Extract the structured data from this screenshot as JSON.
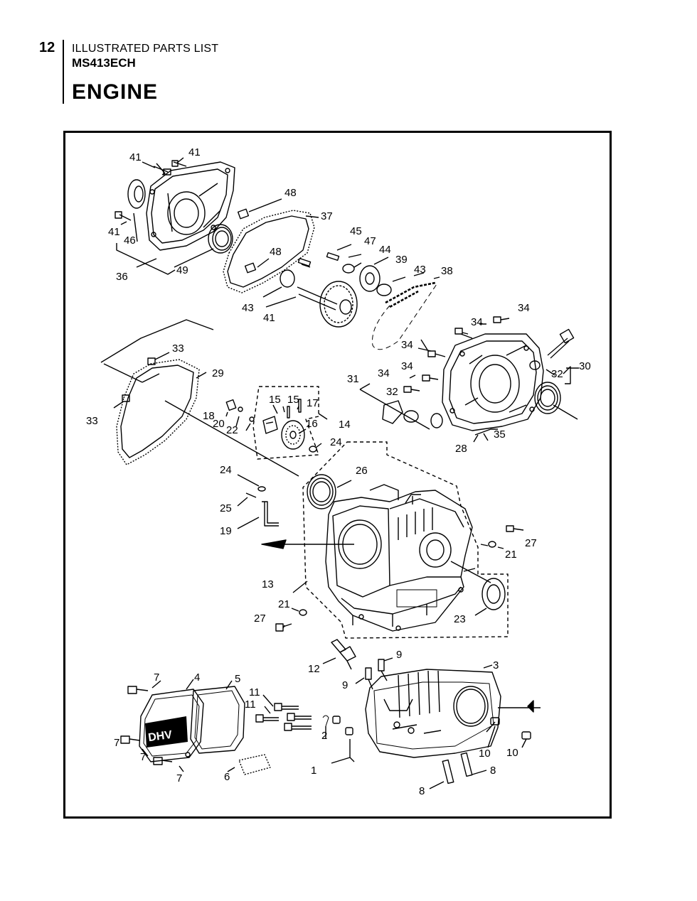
{
  "header": {
    "page_number": "12",
    "subtitle": "ILLUSTRATED PARTS LIST",
    "model": "MS413ECH",
    "section_title": "ENGINE"
  },
  "diagram": {
    "callouts": [
      {
        "id": "c41a",
        "text": "41"
      },
      {
        "id": "c41b",
        "text": "41"
      },
      {
        "id": "c41c",
        "text": "41"
      },
      {
        "id": "c46",
        "text": "46"
      },
      {
        "id": "c36",
        "text": "36"
      },
      {
        "id": "c49",
        "text": "49"
      },
      {
        "id": "c48a",
        "text": "48"
      },
      {
        "id": "c37",
        "text": "37"
      },
      {
        "id": "c48b",
        "text": "48"
      },
      {
        "id": "c45",
        "text": "45"
      },
      {
        "id": "c47",
        "text": "47"
      },
      {
        "id": "c44",
        "text": "44"
      },
      {
        "id": "c39",
        "text": "39"
      },
      {
        "id": "c43a",
        "text": "43"
      },
      {
        "id": "c38",
        "text": "38"
      },
      {
        "id": "c43b",
        "text": "43"
      },
      {
        "id": "c41d",
        "text": "41"
      },
      {
        "id": "c34a",
        "text": "34"
      },
      {
        "id": "c34b",
        "text": "34"
      },
      {
        "id": "c34c",
        "text": "34"
      },
      {
        "id": "c34d",
        "text": "34"
      },
      {
        "id": "c34e",
        "text": "34"
      },
      {
        "id": "c30",
        "text": "30"
      },
      {
        "id": "c32a",
        "text": "32"
      },
      {
        "id": "c31",
        "text": "31"
      },
      {
        "id": "c32b",
        "text": "32"
      },
      {
        "id": "c35",
        "text": "35"
      },
      {
        "id": "c28",
        "text": "28"
      },
      {
        "id": "c33a",
        "text": "33"
      },
      {
        "id": "c29",
        "text": "29"
      },
      {
        "id": "c33b",
        "text": "33"
      },
      {
        "id": "c15a",
        "text": "15"
      },
      {
        "id": "c15b",
        "text": "15"
      },
      {
        "id": "c17",
        "text": "17"
      },
      {
        "id": "c18",
        "text": "18"
      },
      {
        "id": "c20",
        "text": "20"
      },
      {
        "id": "c22",
        "text": "22"
      },
      {
        "id": "c16",
        "text": "16"
      },
      {
        "id": "c14",
        "text": "14"
      },
      {
        "id": "c24a",
        "text": "24"
      },
      {
        "id": "c24b",
        "text": "24"
      },
      {
        "id": "c26",
        "text": "26"
      },
      {
        "id": "c25",
        "text": "25"
      },
      {
        "id": "c19",
        "text": "19"
      },
      {
        "id": "c27a",
        "text": "27"
      },
      {
        "id": "c21a",
        "text": "21"
      },
      {
        "id": "c13",
        "text": "13"
      },
      {
        "id": "c21b",
        "text": "21"
      },
      {
        "id": "c27b",
        "text": "27"
      },
      {
        "id": "c23",
        "text": "23"
      },
      {
        "id": "c12",
        "text": "12"
      },
      {
        "id": "c9a",
        "text": "9"
      },
      {
        "id": "c9b",
        "text": "9"
      },
      {
        "id": "c3",
        "text": "3"
      },
      {
        "id": "c7a",
        "text": "7"
      },
      {
        "id": "c4",
        "text": "4"
      },
      {
        "id": "c5",
        "text": "5"
      },
      {
        "id": "c11a",
        "text": "11"
      },
      {
        "id": "c11b",
        "text": "11"
      },
      {
        "id": "c2",
        "text": "2"
      },
      {
        "id": "c7b",
        "text": "7"
      },
      {
        "id": "c7c",
        "text": "7"
      },
      {
        "id": "c7d",
        "text": "7"
      },
      {
        "id": "c6",
        "text": "6"
      },
      {
        "id": "c1",
        "text": "1"
      },
      {
        "id": "c10a",
        "text": "10"
      },
      {
        "id": "c10b",
        "text": "10"
      },
      {
        "id": "c8a",
        "text": "8"
      },
      {
        "id": "c8b",
        "text": "8"
      }
    ],
    "cover_lettering": "DHV"
  }
}
